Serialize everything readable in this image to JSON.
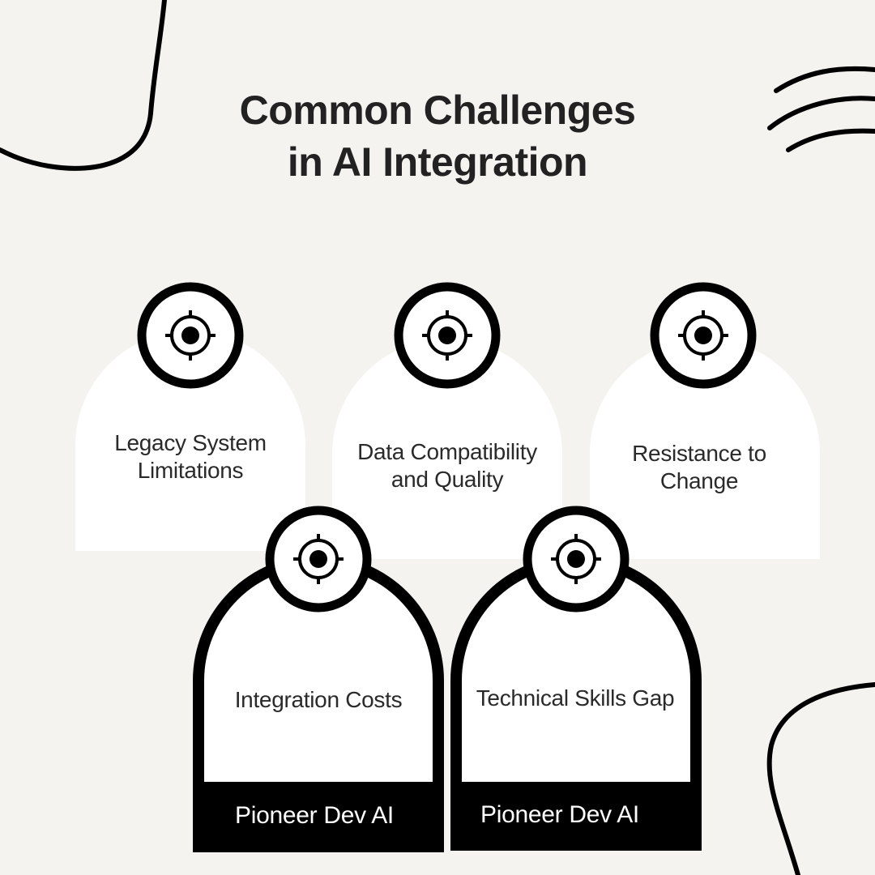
{
  "title": {
    "line1": "Common Challenges",
    "line2": "in AI Integration"
  },
  "cards": [
    {
      "line1": "Legacy System",
      "line2": "Limitations",
      "icon": "target-icon"
    },
    {
      "line1": "Data Compatibility",
      "line2": "and Quality",
      "icon": "target-icon"
    },
    {
      "line1": "Resistance to",
      "line2": "Change",
      "icon": "target-icon"
    },
    {
      "line1": "Integration Costs",
      "footer": "Pioneer Dev AI",
      "icon": "target-icon"
    },
    {
      "line1": "Technical Skills Gap",
      "footer": "Pioneer Dev AI",
      "icon": "target-icon"
    }
  ],
  "colors": {
    "background": "#f4f3ef",
    "card": "#ffffff",
    "ink": "#000000",
    "text": "#222222"
  }
}
